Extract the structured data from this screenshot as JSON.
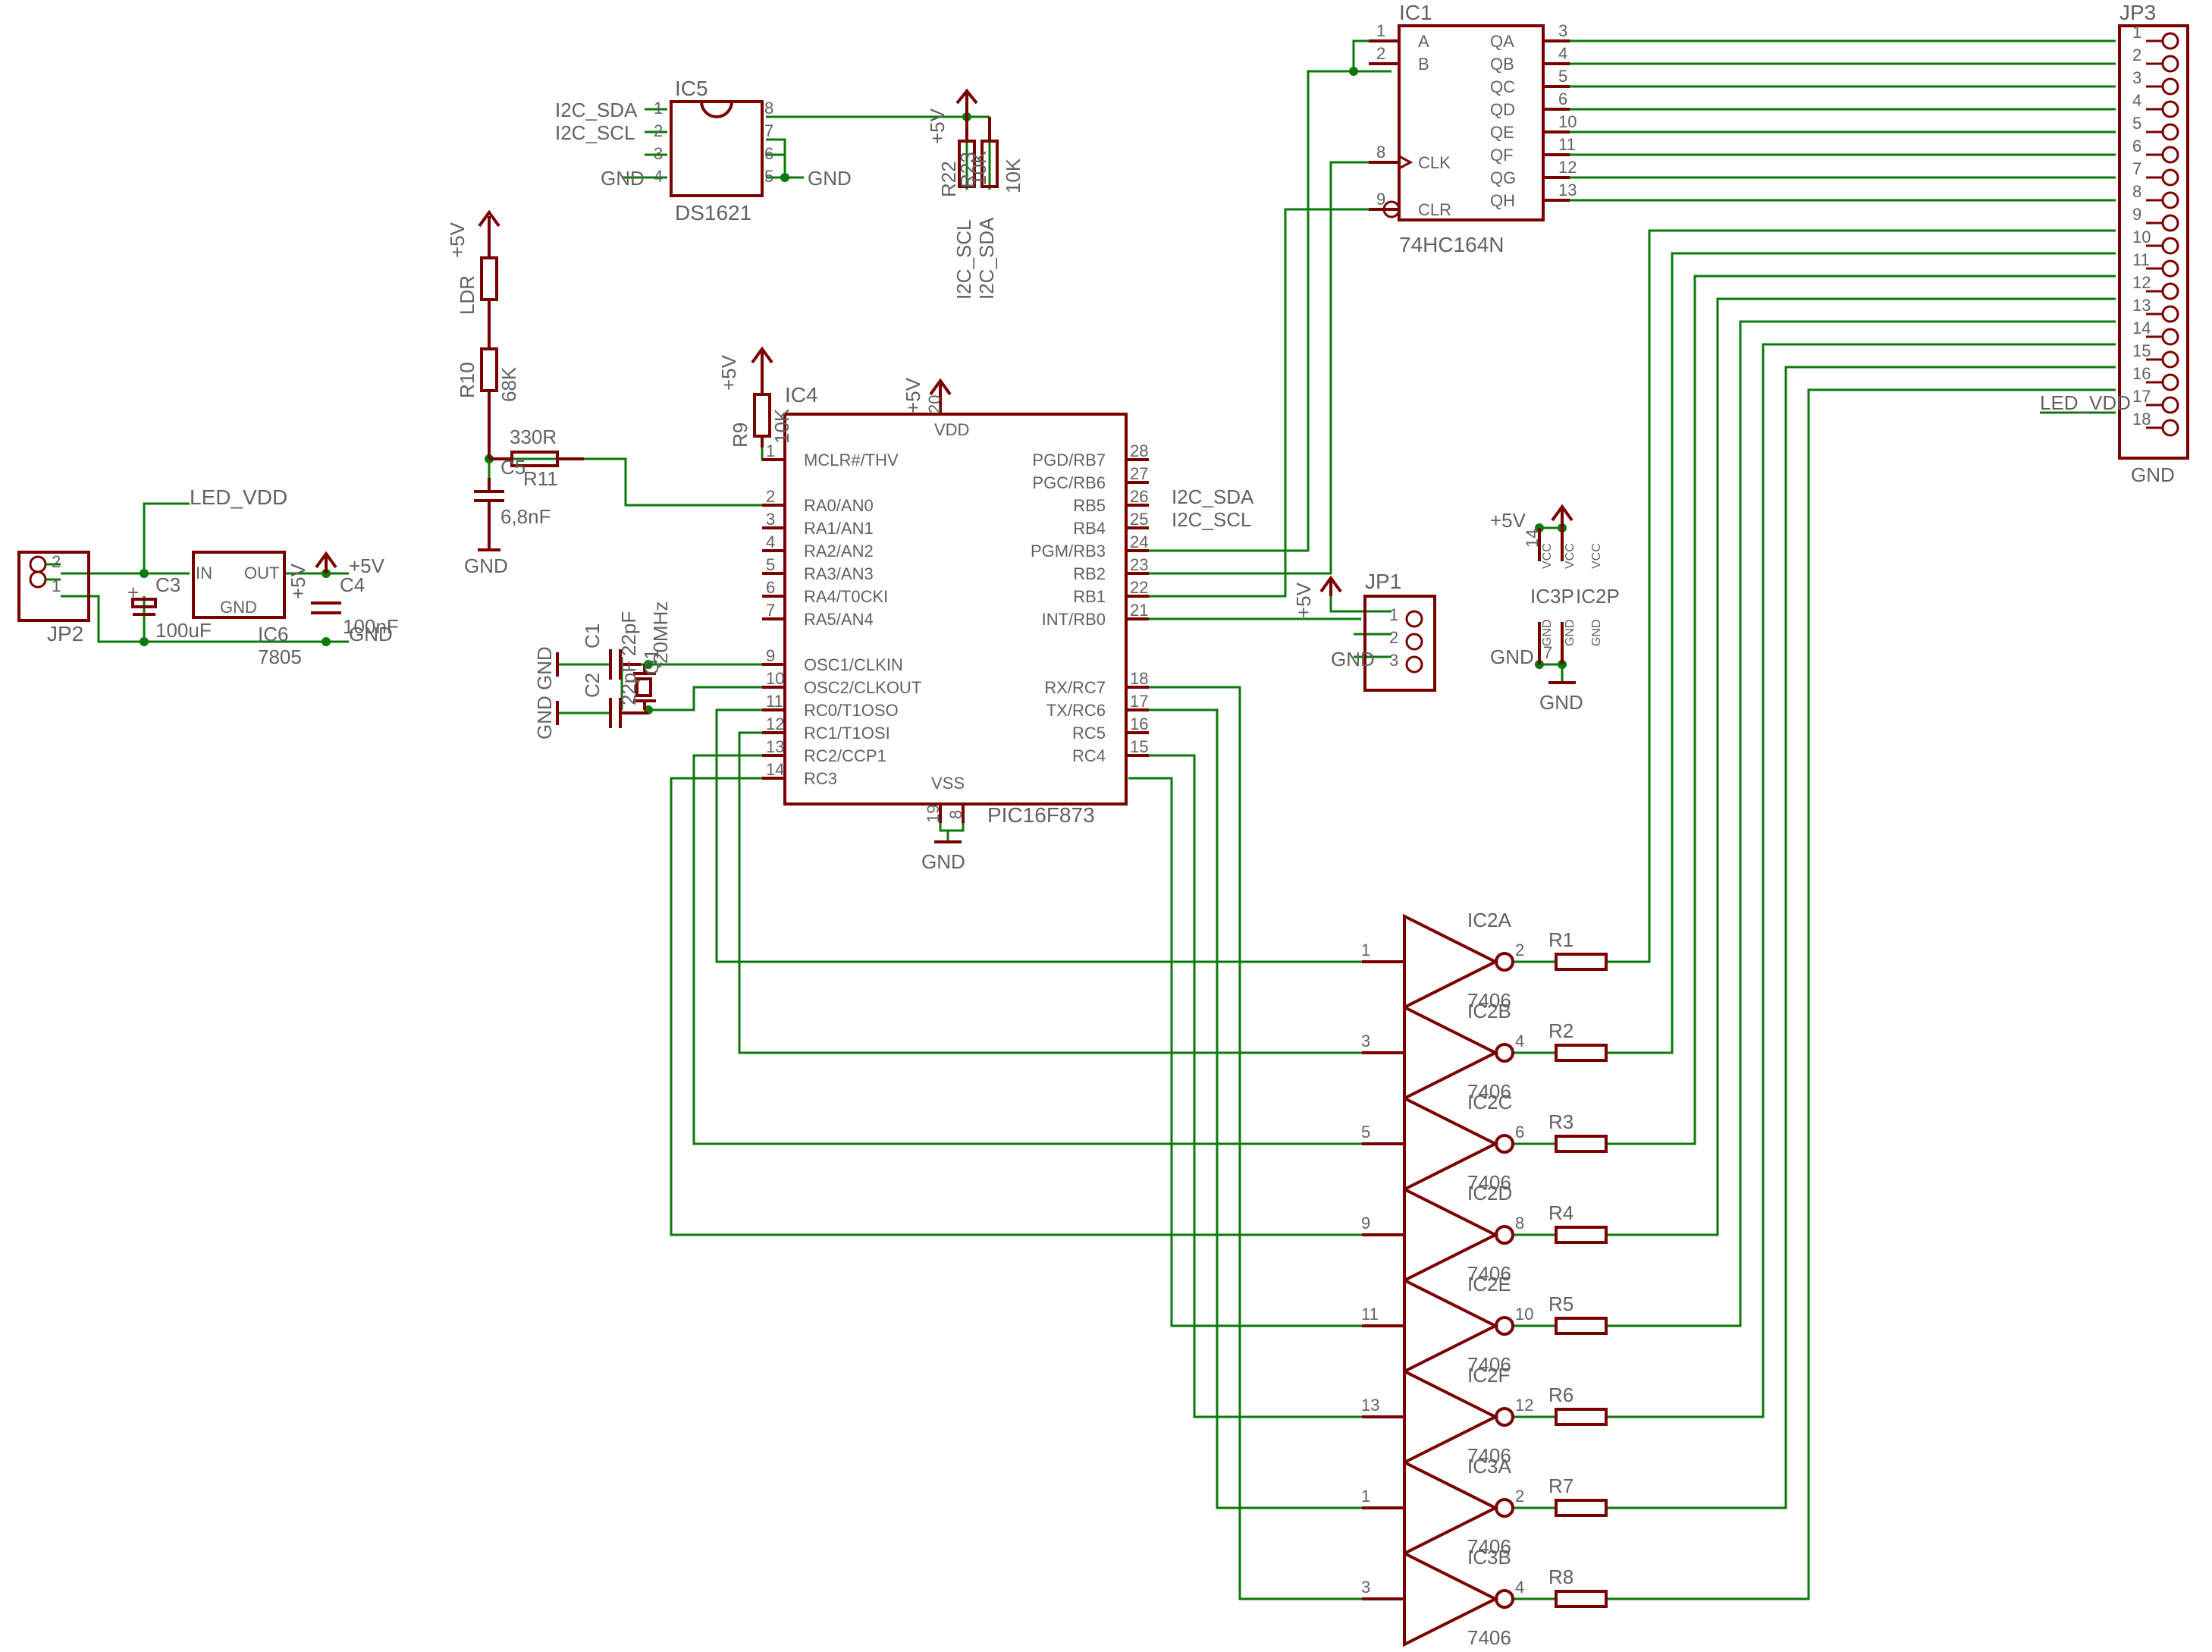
{
  "schematic": {
    "ic1": {
      "ref": "IC1",
      "value": "74HC164N",
      "left_pins": [
        {
          "num": "1",
          "name": "A"
        },
        {
          "num": "2",
          "name": "B"
        },
        {
          "num": "8",
          "name": "CLK"
        },
        {
          "num": "9",
          "name": "CLR"
        }
      ],
      "right_pins": [
        {
          "num": "3",
          "name": "QA"
        },
        {
          "num": "4",
          "name": "QB"
        },
        {
          "num": "5",
          "name": "QC"
        },
        {
          "num": "6",
          "name": "QD"
        },
        {
          "num": "10",
          "name": "QE"
        },
        {
          "num": "11",
          "name": "QF"
        },
        {
          "num": "12",
          "name": "QG"
        },
        {
          "num": "13",
          "name": "QH"
        }
      ]
    },
    "jp3": {
      "ref": "JP3",
      "pins": [
        "1",
        "2",
        "3",
        "4",
        "5",
        "6",
        "7",
        "8",
        "9",
        "10",
        "11",
        "12",
        "13",
        "14",
        "15",
        "16",
        "17",
        "18"
      ],
      "net_led": "LED_VDD",
      "net_gnd": "GND"
    },
    "ic5": {
      "ref": "IC5",
      "value": "DS1621",
      "left_pins": [
        {
          "num": "1",
          "net": "I2C_SDA"
        },
        {
          "num": "2",
          "net": "I2C_SCL"
        },
        {
          "num": "3",
          "net": ""
        },
        {
          "num": "4",
          "net": "GND"
        }
      ],
      "right_pins": [
        {
          "num": "8",
          "net": ""
        },
        {
          "num": "7",
          "net": ""
        },
        {
          "num": "6",
          "net": ""
        },
        {
          "num": "5",
          "net": "GND"
        }
      ]
    },
    "r22": {
      "ref": "R22",
      "value": "10K",
      "net": "I2C_SCL"
    },
    "r23": {
      "ref": "R23",
      "value": "10K",
      "net": "I2C_SDA"
    },
    "pullup_supply": "+5V",
    "ldr": {
      "ref": "LDR",
      "supply": "+5V"
    },
    "r10": {
      "ref": "R10",
      "value": "68K"
    },
    "r11": {
      "ref": "R11",
      "value": "330R"
    },
    "c5": {
      "ref": "C5",
      "value": "6,8nF",
      "gnd": "GND"
    },
    "ic4": {
      "ref": "IC4",
      "value": "PIC16F873",
      "vdd": "VDD",
      "vss": "VSS",
      "supply": "+5V",
      "gnd": "GND",
      "left_pins": [
        {
          "num": "1",
          "name": "MCLR#/THV"
        },
        {
          "num": "2",
          "name": "RA0/AN0"
        },
        {
          "num": "3",
          "name": "RA1/AN1"
        },
        {
          "num": "4",
          "name": "RA2/AN2"
        },
        {
          "num": "5",
          "name": "RA3/AN3"
        },
        {
          "num": "6",
          "name": "RA4/T0CKI"
        },
        {
          "num": "7",
          "name": "RA5/AN4"
        },
        {
          "num": "9",
          "name": "OSC1/CLKIN"
        },
        {
          "num": "10",
          "name": "OSC2/CLKOUT"
        },
        {
          "num": "11",
          "name": "RC0/T1OSO"
        },
        {
          "num": "12",
          "name": "RC1/T1OSI"
        },
        {
          "num": "13",
          "name": "RC2/CCP1"
        },
        {
          "num": "14",
          "name": "RC3"
        }
      ],
      "right_pins": [
        {
          "num": "28",
          "name": "PGD/RB7"
        },
        {
          "num": "27",
          "name": "PGC/RB6"
        },
        {
          "num": "26",
          "name": "RB5"
        },
        {
          "num": "25",
          "name": "RB4"
        },
        {
          "num": "24",
          "name": "PGM/RB3"
        },
        {
          "num": "23",
          "name": "RB2"
        },
        {
          "num": "22",
          "name": "RB1"
        },
        {
          "num": "21",
          "name": "INT/RB0"
        },
        {
          "num": "18",
          "name": "RX/RC7"
        },
        {
          "num": "17",
          "name": "TX/RC6"
        },
        {
          "num": "16",
          "name": "RC5"
        },
        {
          "num": "15",
          "name": "RC4"
        }
      ],
      "vdd_pin": "20",
      "vss_pins": [
        "19",
        "8"
      ],
      "net_rb5": "I2C_SDA",
      "net_rb4": "I2C_SCL"
    },
    "r9": {
      "ref": "R9",
      "value": "10K",
      "supply": "+5V"
    },
    "c1": {
      "ref": "C1",
      "value": "22pF"
    },
    "c2": {
      "ref": "C2",
      "value": "22pF"
    },
    "q1": {
      "ref": "Q1",
      "value": "20MHz"
    },
    "gnd_label": "GND",
    "jp1": {
      "ref": "JP1",
      "pins": [
        "1",
        "2",
        "3"
      ],
      "supply": "+5V",
      "gnd": "GND"
    },
    "jp2": {
      "ref": "JP2",
      "pins": [
        "2",
        "1"
      ]
    },
    "led_vdd": "LED_VDD",
    "ic6": {
      "ref": "IC6",
      "value": "7805",
      "in": "IN",
      "out": "OUT",
      "gnd": "GND",
      "supply": "+5V"
    },
    "c3": {
      "ref": "C3",
      "value": "100uF",
      "polarity": "+"
    },
    "c4": {
      "ref": "C4",
      "value": "100nF",
      "gnd": "GND"
    },
    "power": {
      "refs": "IC3P",
      "refs2": "IC2P",
      "supply": "+5V",
      "gnd": "GND",
      "vcc": "VCC",
      "pin14": "14",
      "pin7": "7",
      "gnd_pin": "GND"
    },
    "inverters": [
      {
        "ref": "IC2A",
        "value": "7406",
        "in": "1",
        "out": "2",
        "res": "R1"
      },
      {
        "ref": "IC2B",
        "value": "7406",
        "in": "3",
        "out": "4",
        "res": "R2"
      },
      {
        "ref": "IC2C",
        "value": "7406",
        "in": "5",
        "out": "6",
        "res": "R3"
      },
      {
        "ref": "IC2D",
        "value": "7406",
        "in": "9",
        "out": "8",
        "res": "R4"
      },
      {
        "ref": "IC2E",
        "value": "7406",
        "in": "11",
        "out": "10",
        "res": "R5"
      },
      {
        "ref": "IC2F",
        "value": "7406",
        "in": "13",
        "out": "12",
        "res": "R6"
      },
      {
        "ref": "IC3A",
        "value": "7406",
        "in": "1",
        "out": "2",
        "res": "R7"
      },
      {
        "ref": "IC3B",
        "value": "7406",
        "in": "3",
        "out": "4",
        "res": "R8"
      }
    ]
  }
}
